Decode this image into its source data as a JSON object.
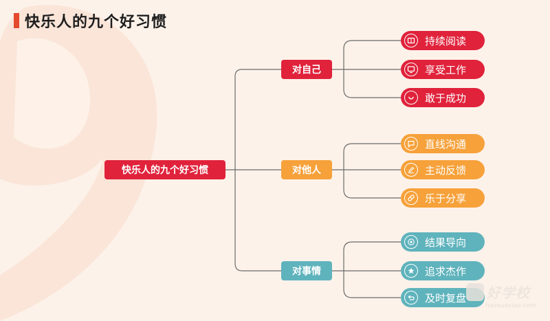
{
  "title": "快乐人的九个好习惯",
  "root": {
    "label": "快乐人的九个好习惯"
  },
  "categories": [
    {
      "label": "对自己",
      "color": "#e0223b",
      "items": [
        {
          "label": "持续阅读",
          "icon": "book-icon"
        },
        {
          "label": "享受工作",
          "icon": "monitor-icon"
        },
        {
          "label": "敢于成功",
          "icon": "smile-icon"
        }
      ]
    },
    {
      "label": "对他人",
      "color": "#f6a13a",
      "items": [
        {
          "label": "直线沟通",
          "icon": "chat-icon"
        },
        {
          "label": "主动反馈",
          "icon": "pen-icon"
        },
        {
          "label": "乐于分享",
          "icon": "pill-icon"
        }
      ]
    },
    {
      "label": "对事情",
      "color": "#5fb3bc",
      "items": [
        {
          "label": "结果导向",
          "icon": "target-icon"
        },
        {
          "label": "追求杰作",
          "icon": "star-icon"
        },
        {
          "label": "及时复盘",
          "icon": "undo-icon"
        }
      ]
    }
  ],
  "watermark": {
    "brand": "好学校",
    "site": "haoxuexiao.com"
  }
}
